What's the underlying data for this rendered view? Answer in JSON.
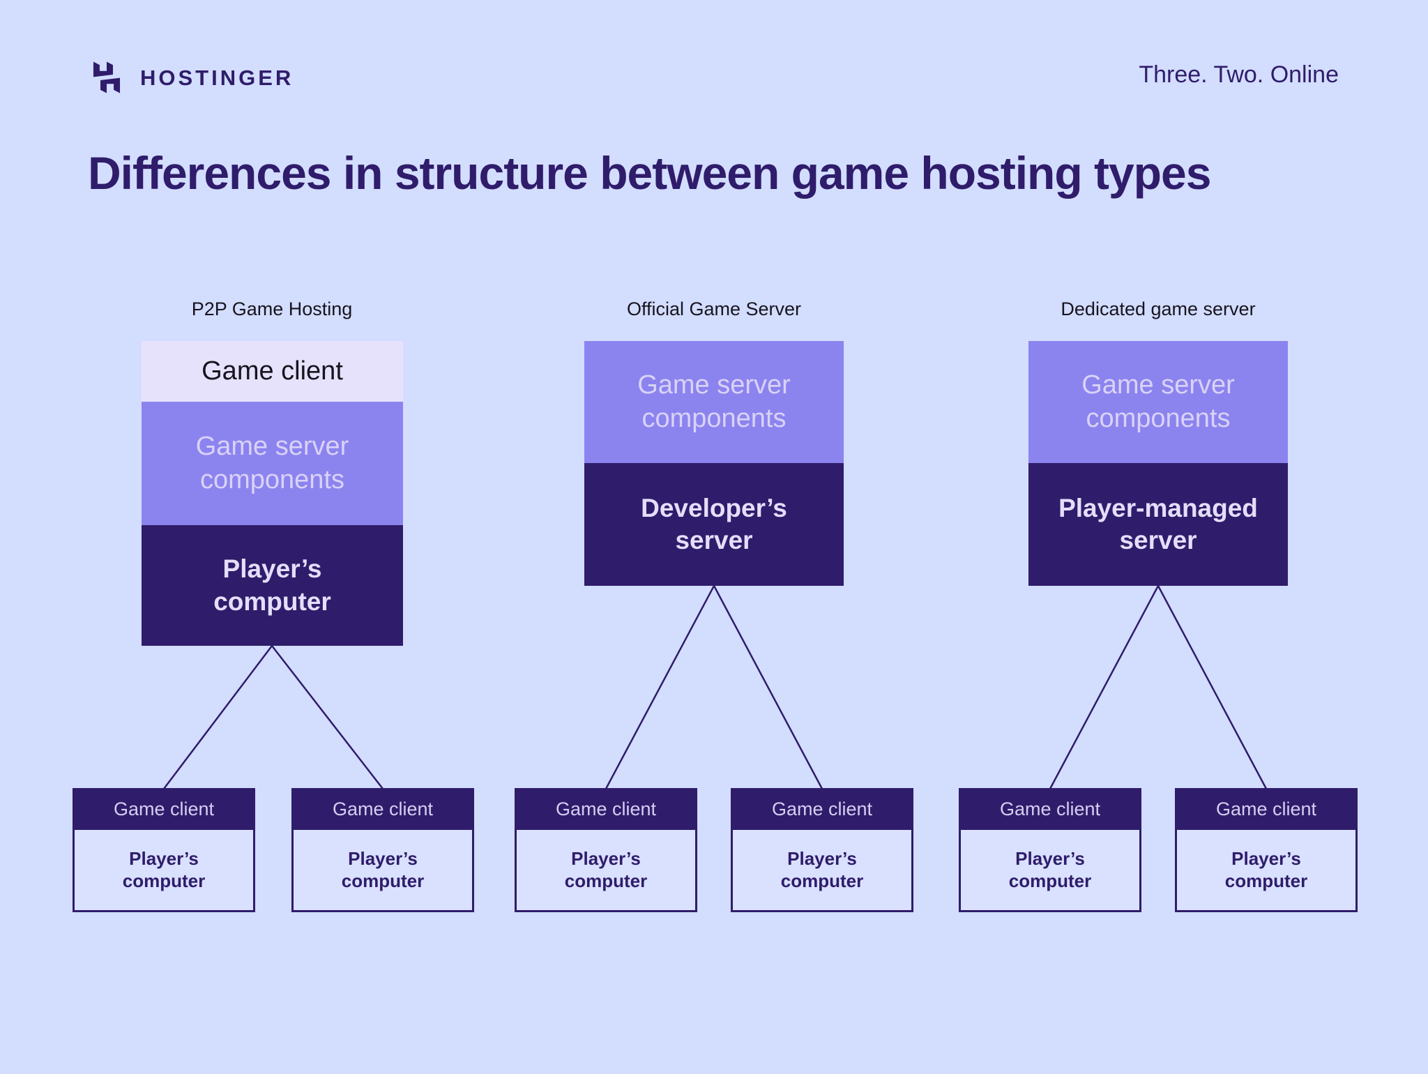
{
  "header": {
    "brand": "HOSTINGER",
    "tagline": "Three. Two. Online",
    "logo_icon": "hostinger-h-icon"
  },
  "title": "Differences in structure between game hosting types",
  "colors": {
    "background": "#D3DDFE",
    "dark_purple": "#2F1C6A",
    "medium_purple": "#8B84EF",
    "light_lavender": "#E7E2FB",
    "light_text": "#DAD2F7",
    "child_body_bg": "#D9E1FF",
    "label_dark": "#17141F"
  },
  "columns": [
    {
      "label": "P2P Game Hosting",
      "stack": [
        {
          "text": "Game client",
          "style": "light"
        },
        {
          "text": "Game server components",
          "style": "purple"
        },
        {
          "text": "Player’s computer",
          "style": "dark-bold"
        }
      ],
      "children": [
        {
          "header": "Game client",
          "body": "Player’s computer"
        },
        {
          "header": "Game client",
          "body": "Player’s computer"
        }
      ]
    },
    {
      "label": "Official Game Server",
      "stack": [
        {
          "text": "Game server components",
          "style": "purple"
        },
        {
          "text": "Developer’s server",
          "style": "dark-bold"
        }
      ],
      "children": [
        {
          "header": "Game client",
          "body": "Player’s computer"
        },
        {
          "header": "Game client",
          "body": "Player’s computer"
        }
      ]
    },
    {
      "label": "Dedicated game server",
      "stack": [
        {
          "text": "Game server components",
          "style": "purple"
        },
        {
          "text": "Player-managed server",
          "style": "dark-bold"
        }
      ],
      "children": [
        {
          "header": "Game client",
          "body": "Player’s computer"
        },
        {
          "header": "Game client",
          "body": "Player’s computer"
        }
      ]
    }
  ]
}
